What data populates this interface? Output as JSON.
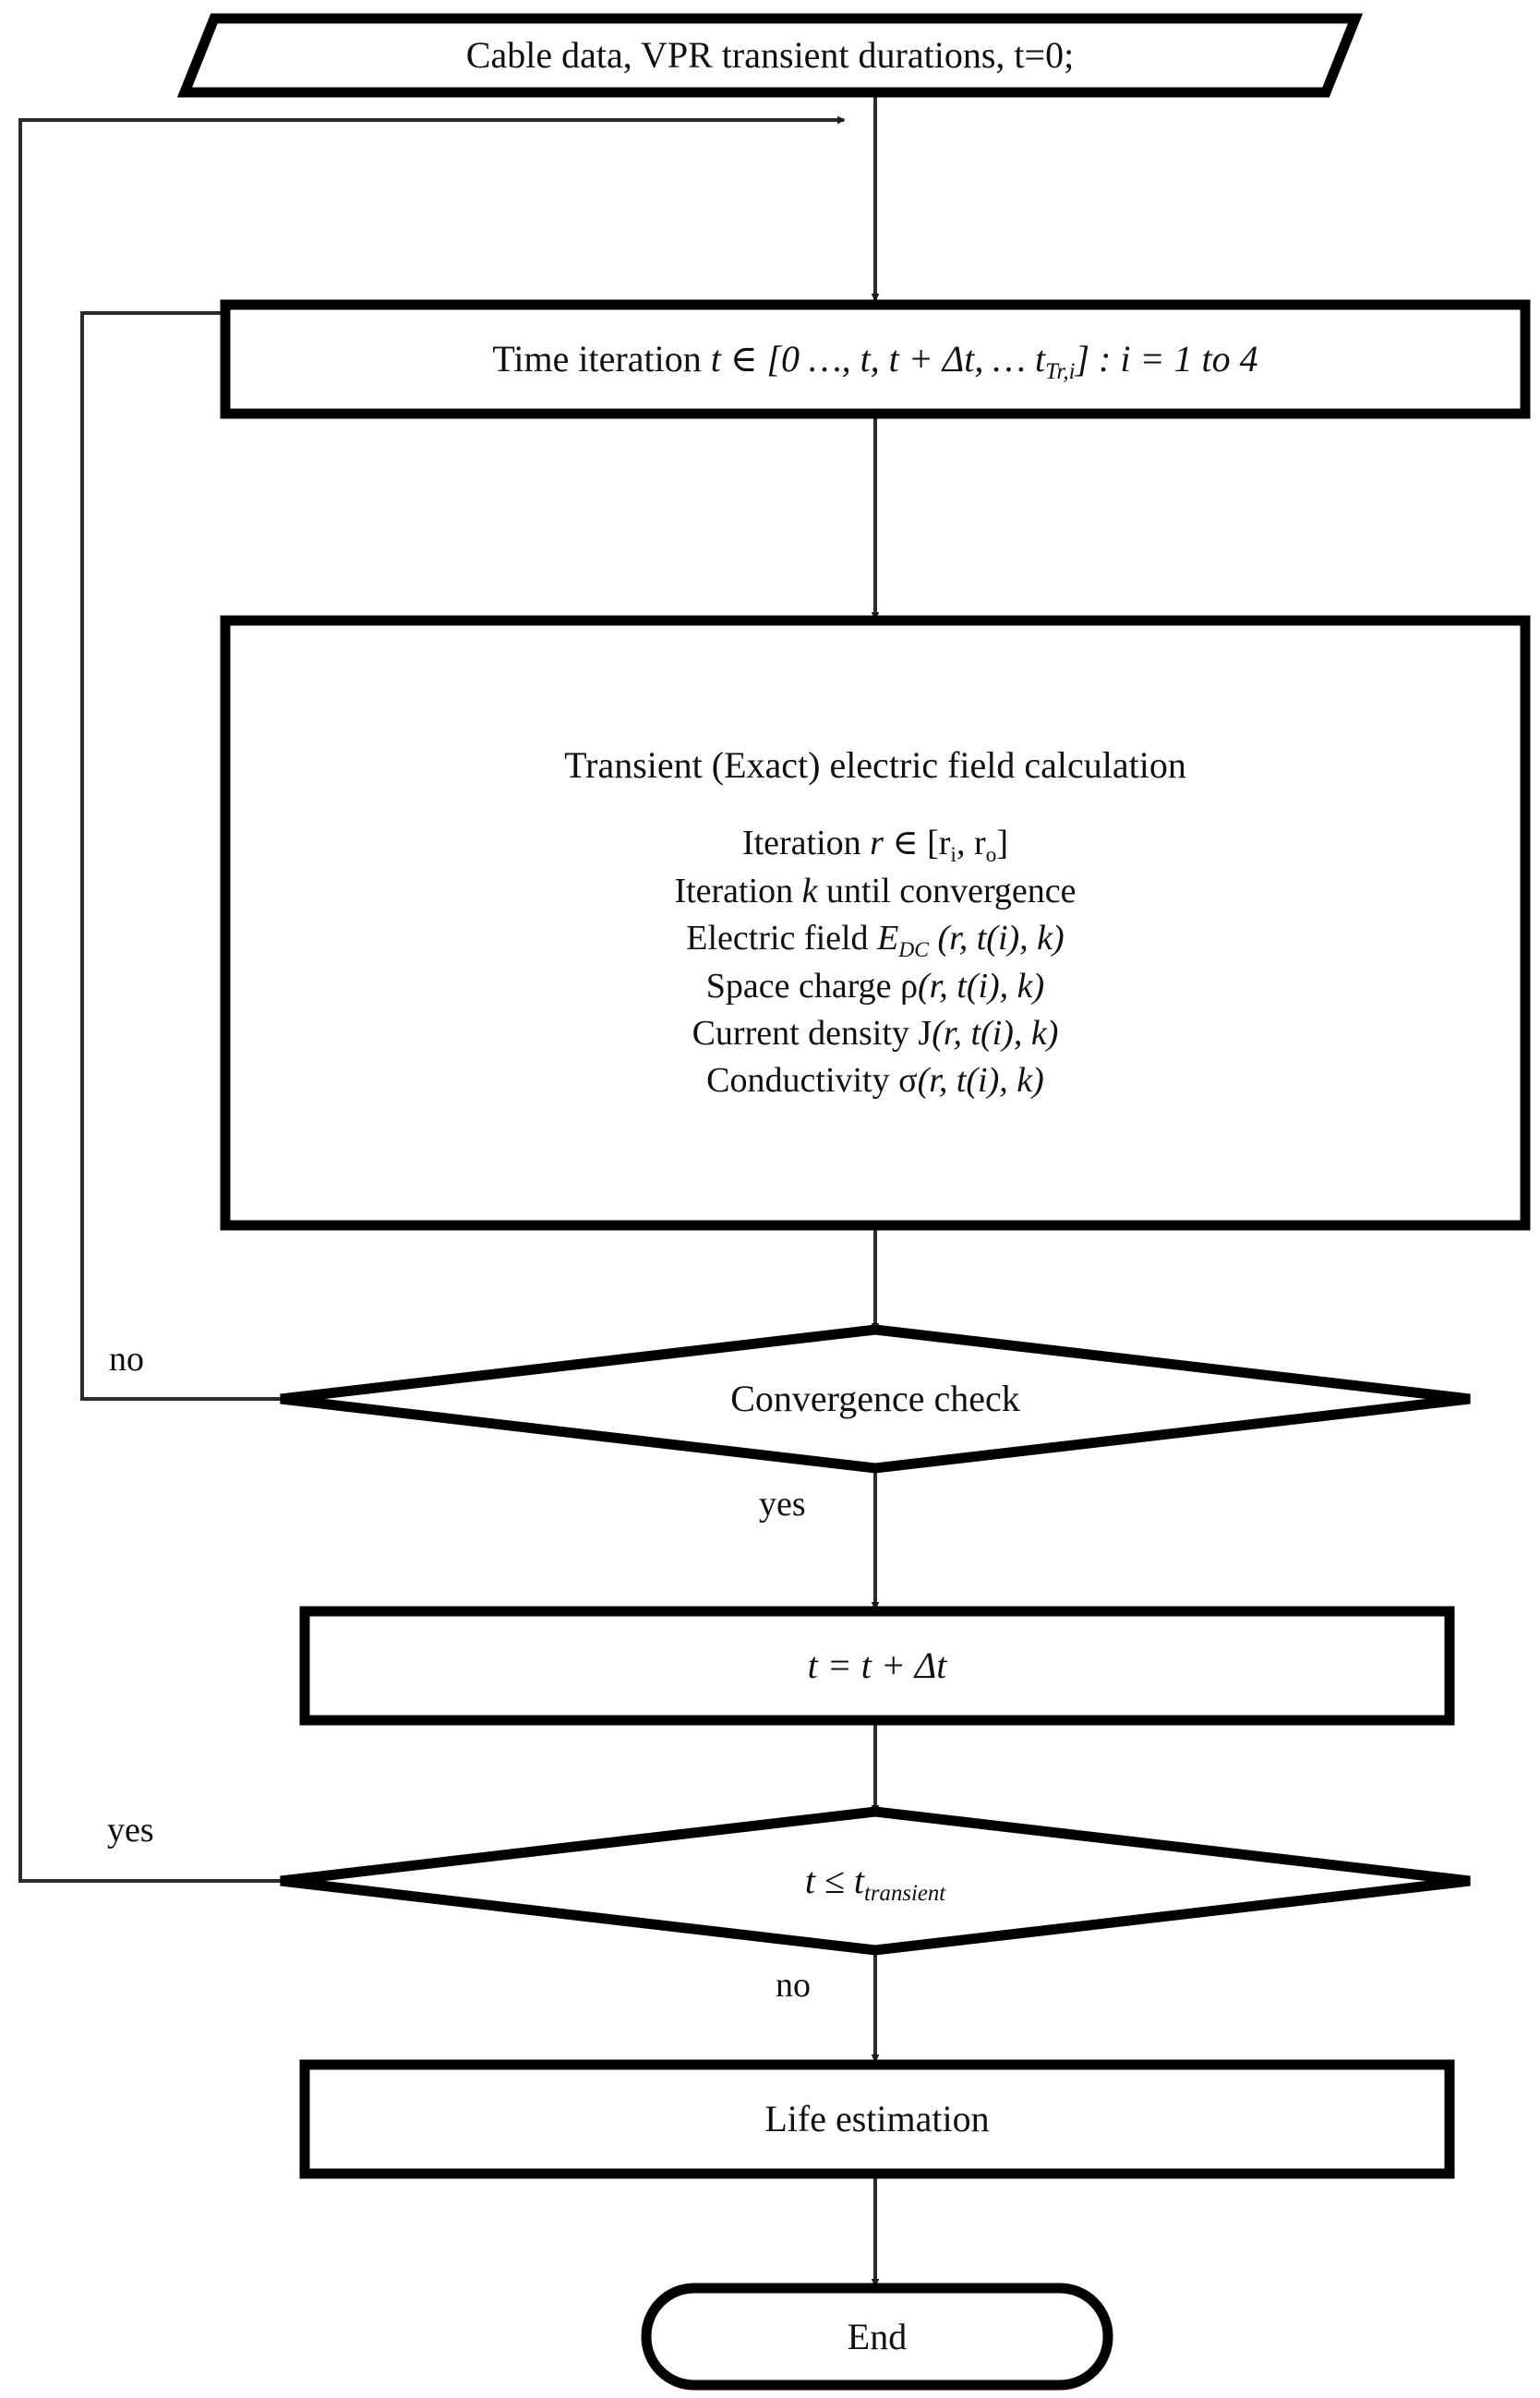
{
  "diagram": {
    "title": "Transient electric field and life estimation flowchart",
    "type": "flowchart",
    "stroke_color": "#000000",
    "connector_color": "#2b2b2b",
    "background": "#ffffff"
  },
  "nodes": {
    "start": {
      "shape": "parallelogram",
      "label": "Cable data, VPR transient durations, t=0;"
    },
    "time_iteration": {
      "shape": "process",
      "label_prefix": "Time iteration ",
      "label_var": "t",
      "label_mid": " ∈ [0 …, t, t + Δt, … t",
      "label_sub": "Tr,i",
      "label_suffix": "] :  i = 1 to 4",
      "label_plain": "Time iteration t ∈ [0 …, t, t + Δt, … t_{Tr,i}] :  i = 1 to 4"
    },
    "calculation": {
      "shape": "process",
      "heading": "Transient (Exact) electric field calculation",
      "lines": [
        {
          "text": "Iteration r ∈ [rᵢ, rₒ]",
          "pre": "Iteration ",
          "var": "r",
          "post": " ∈ [r",
          "sub1": "i",
          "mid": ", r",
          "sub2": "o",
          "end": "]"
        },
        {
          "text": "Iteration k until convergence",
          "pre": "Iteration ",
          "var": "k",
          "post": " until convergence"
        },
        {
          "text": "Electric field E_DC (r, t(i), k)",
          "pre": "Electric field ",
          "var": "E",
          "sub1": "DC",
          "post": " (r, t(i), k)"
        },
        {
          "text": "Space charge ρ(r, t(i), k)",
          "pre": "Space charge ",
          "var": "ρ",
          "post": "(r, t(i), k)"
        },
        {
          "text": "Current density J(r, t(i), k)",
          "pre": "Current density ",
          "var": "J",
          "post": "(r, t(i), k)"
        },
        {
          "text": "Conductivity σ(r, t(i), k)",
          "pre": "Conductivity ",
          "var": "σ",
          "post": "(r, t(i), k)"
        }
      ]
    },
    "convergence_check": {
      "shape": "decision",
      "label": "Convergence check"
    },
    "time_update": {
      "shape": "process",
      "label": "t = t + Δt"
    },
    "transient_check": {
      "shape": "decision",
      "label_prefix": "t ≤ t",
      "label_sub": "transient",
      "label_plain": "t ≤ t_transient"
    },
    "life_estimation": {
      "shape": "process",
      "label": "Life estimation"
    },
    "end": {
      "shape": "terminator",
      "label": "End"
    }
  },
  "edges": {
    "convergence_no": "no",
    "convergence_yes": "yes",
    "transient_yes": "yes",
    "transient_no": "no"
  }
}
